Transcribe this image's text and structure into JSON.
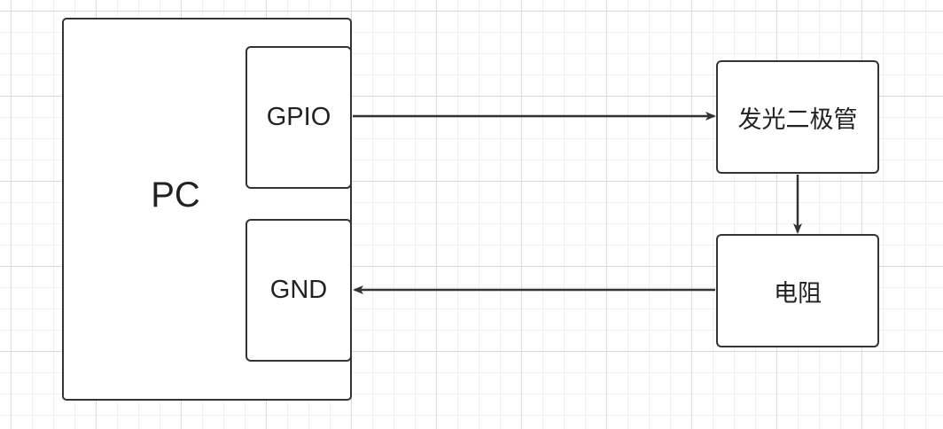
{
  "diagram": {
    "pc_label": "PC",
    "gpio_label": "GPIO",
    "gnd_label": "GND",
    "led_label": "发光二极管",
    "resistor_label": "电阻"
  },
  "colors": {
    "stroke": "#333333",
    "grid_major": "#d9d9d9",
    "grid_minor": "#f0f0f0"
  }
}
